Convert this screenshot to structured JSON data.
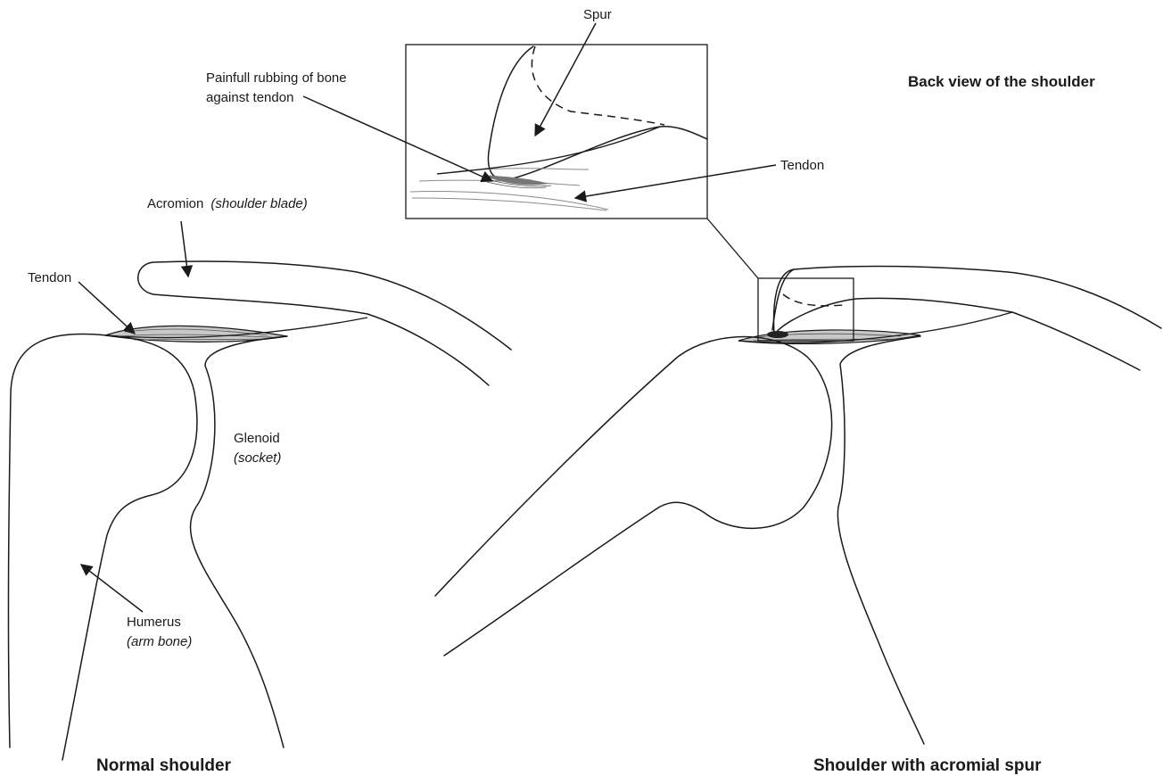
{
  "labels": {
    "view_title": "Back view of the shoulder",
    "spur": "Spur",
    "rubbing_line1": "Painfull rubbing of bone",
    "rubbing_line2": "against tendon",
    "tendon_inset": "Tendon",
    "acromion": "Acromion",
    "acromion_note": "(shoulder blade)",
    "tendon_left": "Tendon",
    "glenoid": "Glenoid",
    "glenoid_note": "(socket)",
    "humerus": "Humerus",
    "humerus_note": "(arm bone)",
    "caption_normal": "Normal shoulder",
    "caption_spur": "Shoulder with acromial spur"
  }
}
